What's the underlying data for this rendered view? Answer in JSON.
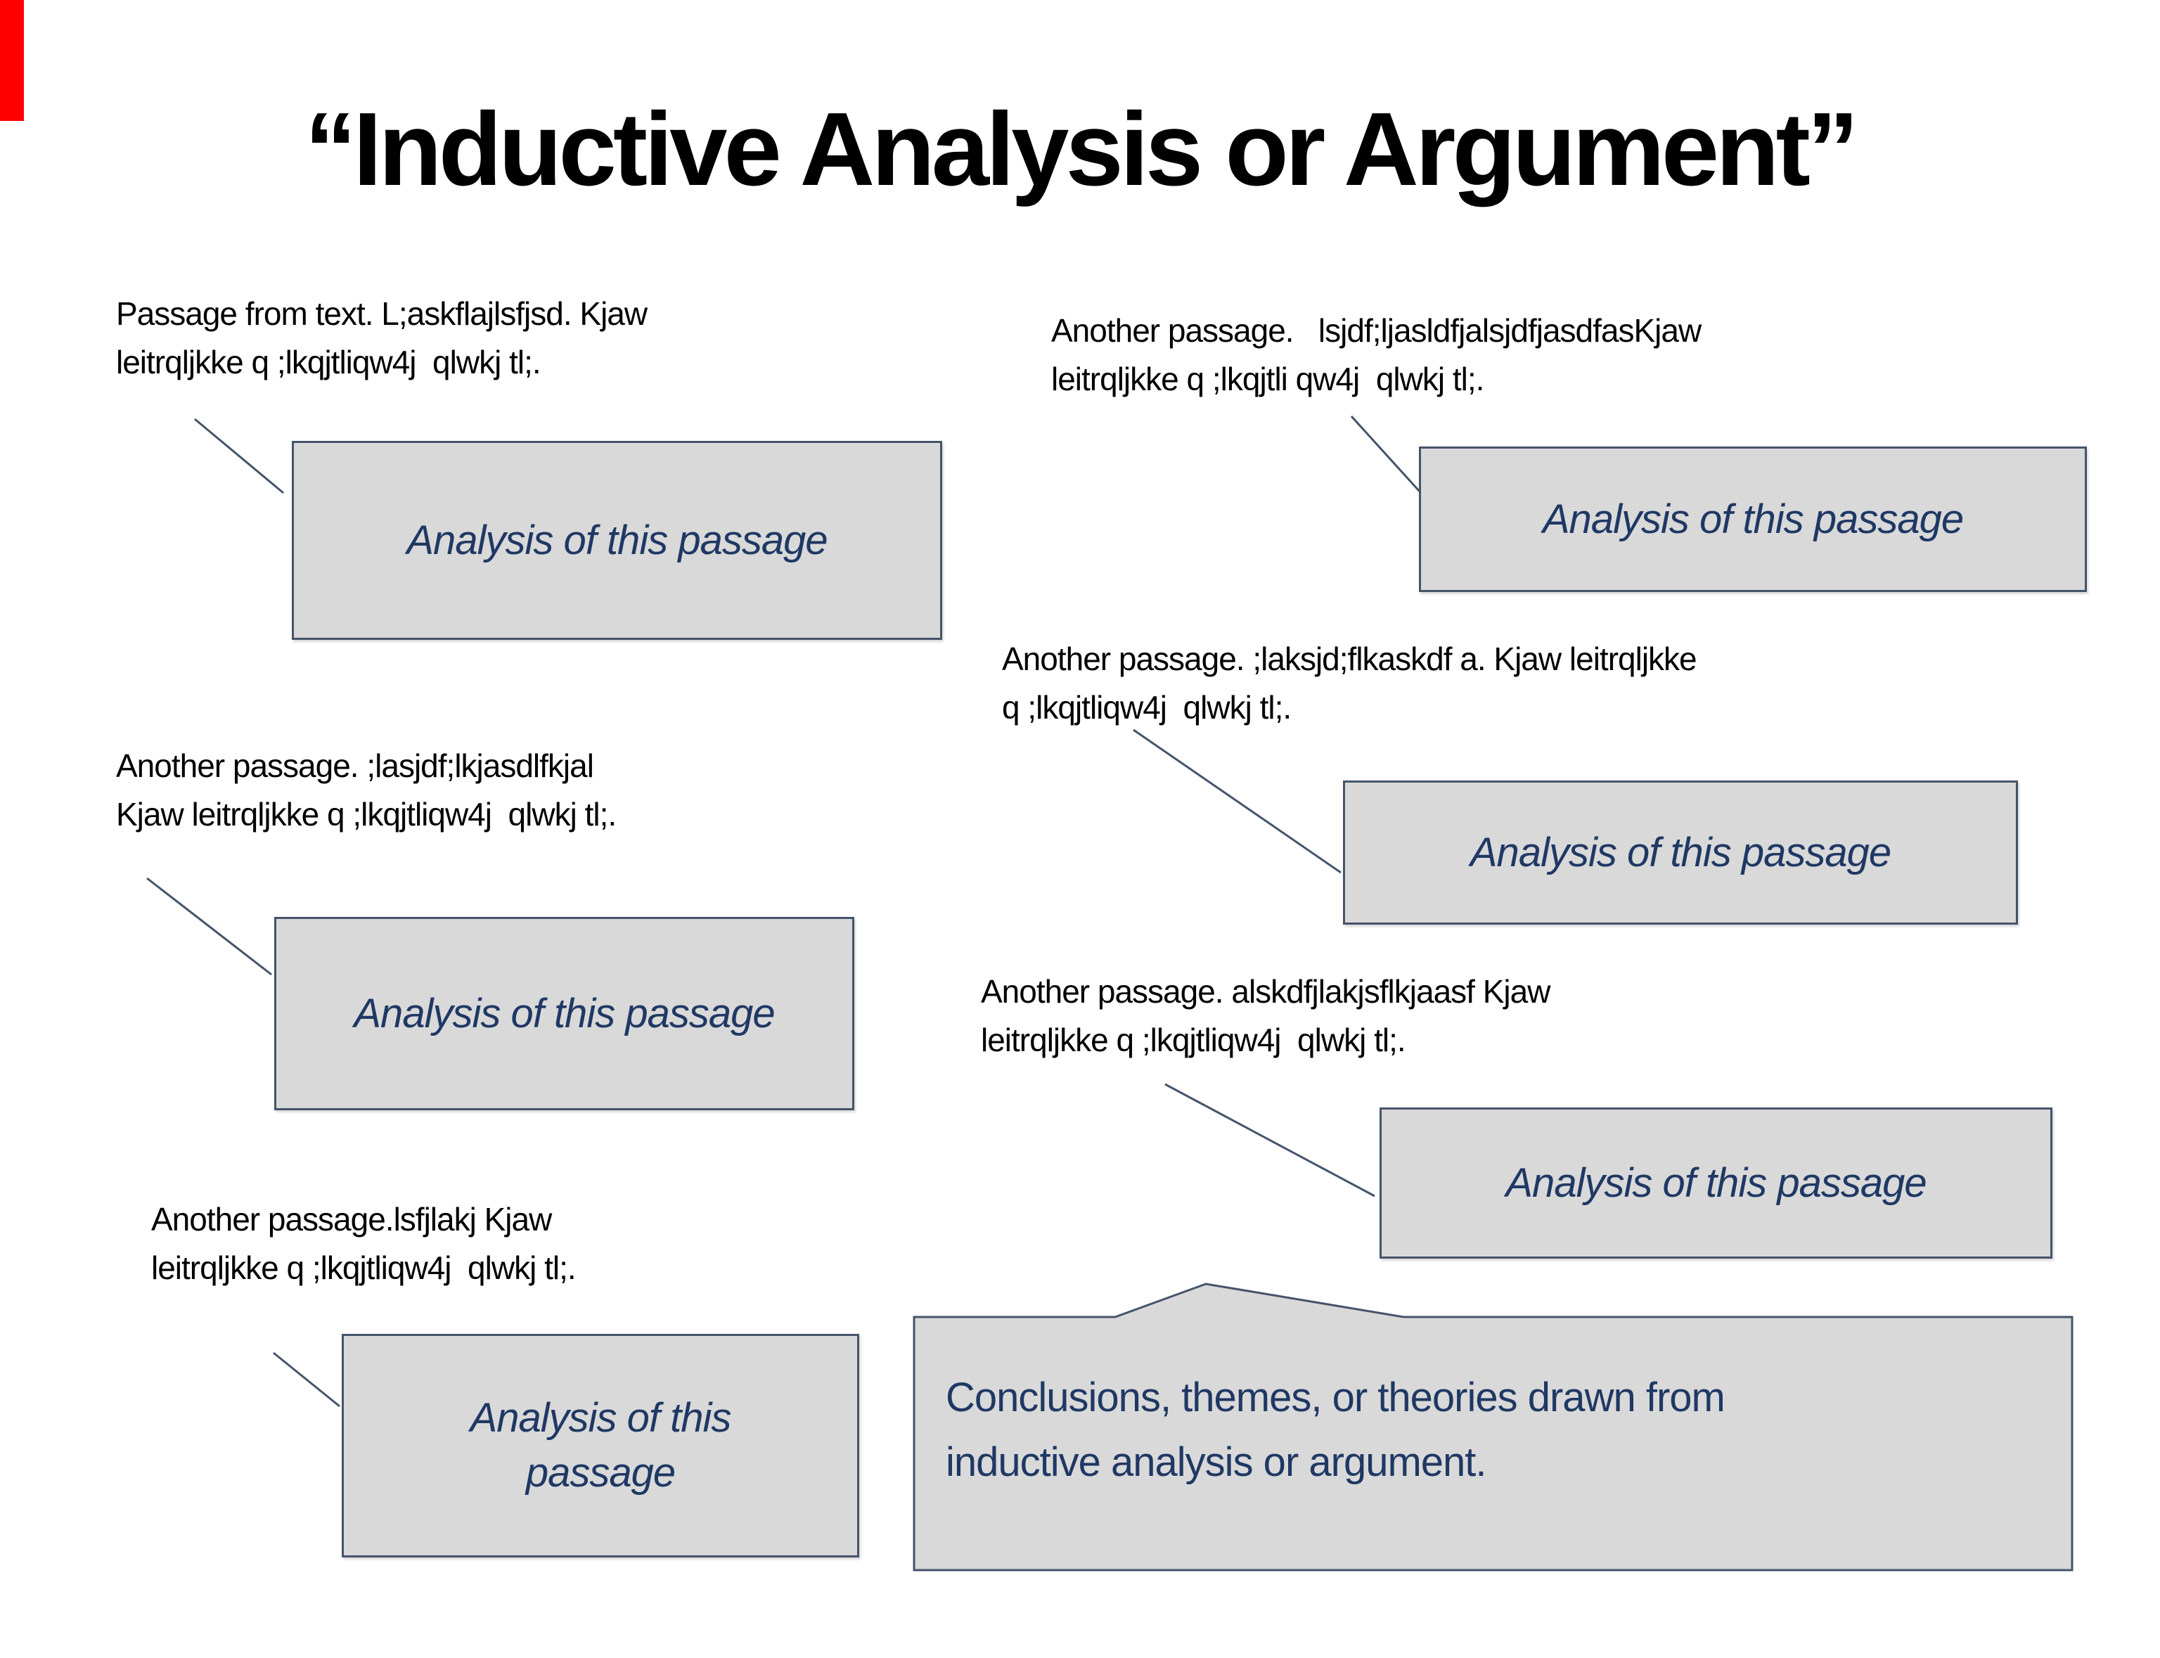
{
  "slide": {
    "title": "“Inductive Analysis or Argument”",
    "accent_bar_color": "#ff0000",
    "colors": {
      "box_fill": "#d9d9d9",
      "box_border": "#44546a",
      "analysis_text": "#1f3864",
      "passage_text": "#000000",
      "connector": "#44546a"
    },
    "passages": [
      {
        "text": "Passage from text. L;askflajlsfjsd. Kjaw\nleitrqljkke q ;lkqjtliqw4j  qlwkj tl;."
      },
      {
        "text": "Another passage. ;lasjdf;lkjasdlfkjal\nKjaw leitrqljkke q ;lkqjtliqw4j  qlwkj tl;."
      },
      {
        "text": "Another passage.lsfjlakj Kjaw\nleitrqljkke q ;lkqjtliqw4j  qlwkj tl;."
      },
      {
        "text": "Another passage.   lsjdf;ljasldfjalsjdfjasdfasKjaw\nleitrqljkke q ;lkqjtli qw4j  qlwkj tl;."
      },
      {
        "text": "Another passage. ;laksjd;flkaskdf a. Kjaw leitrqljkke\nq ;lkqjtliqw4j  qlwkj tl;."
      },
      {
        "text": "Another passage. alskdfjlakjsflkjaasf Kjaw\nleitrqljkke q ;lkqjtliqw4j  qlwkj tl;."
      }
    ],
    "analysis_boxes": [
      {
        "label": "Analysis of this passage"
      },
      {
        "label": "Analysis of this passage"
      },
      {
        "label": "Analysis of this\npassage"
      },
      {
        "label": "Analysis of this passage"
      },
      {
        "label": "Analysis of this passage"
      },
      {
        "label": "Analysis of this passage"
      }
    ],
    "conclusion": {
      "text": "Conclusions, themes, or theories drawn from\ninductive analysis or argument."
    }
  }
}
